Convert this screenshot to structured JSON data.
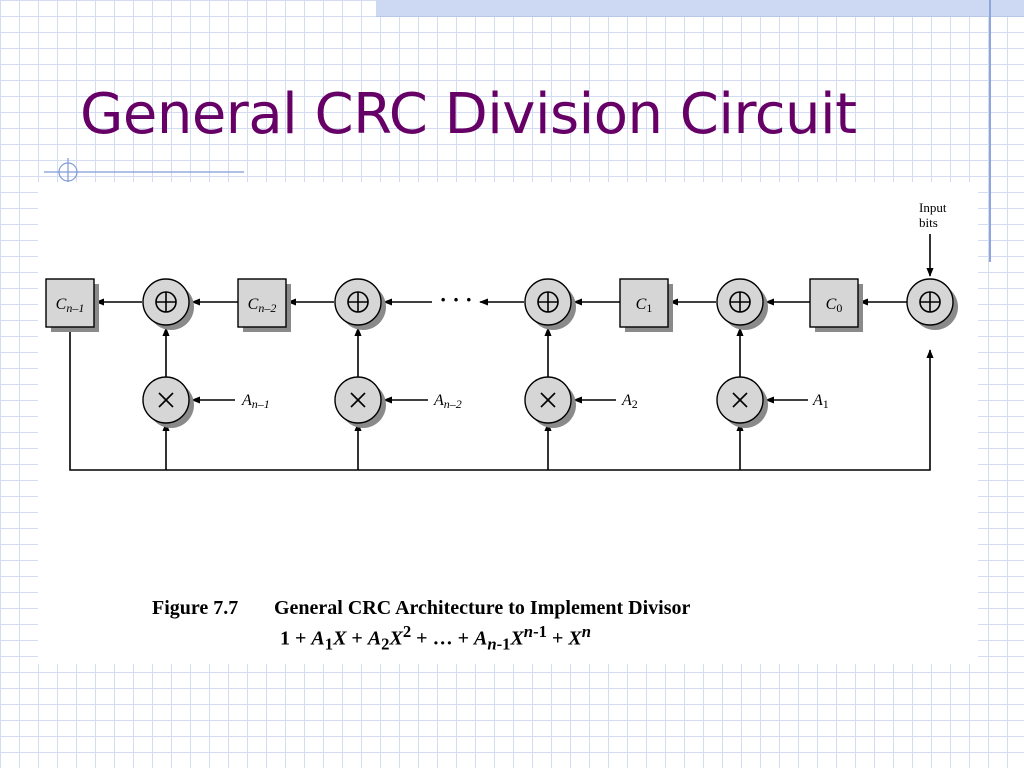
{
  "slide": {
    "title": "General CRC Division Circuit"
  },
  "diagram": {
    "input_label_line1": "Input",
    "input_label_line2": "bits",
    "registers": [
      {
        "name": "C",
        "sub": "n–1"
      },
      {
        "name": "C",
        "sub": "n–2"
      },
      {
        "name": "C",
        "sub": "1"
      },
      {
        "name": "C",
        "sub": "0"
      }
    ],
    "coefficients": [
      {
        "name": "A",
        "sub": "n–1"
      },
      {
        "name": "A",
        "sub": "n–2"
      },
      {
        "name": "A",
        "sub": "2"
      },
      {
        "name": "A",
        "sub": "1"
      }
    ],
    "ellipsis": "· · ·"
  },
  "caption": {
    "figure_number": "Figure 7.7",
    "text": "General CRC Architecture to Implement Divisor",
    "formula": {
      "t0": "1 + ",
      "t1": "A",
      "t2": "1",
      "t3": "X",
      "t4": " + ",
      "t5": "A",
      "t6": "2",
      "t7": "X",
      "t8": "2",
      "t9": " + … + ",
      "t10": "A",
      "t11": "n",
      "t12": "-1",
      "t13": "X",
      "t14": "n",
      "t15": "-1",
      "t16": " + ",
      "t17": "X",
      "t18": "n"
    }
  },
  "colors": {
    "title": "#660066",
    "grid": "#d3dcf0",
    "component_fill": "#d6d6d6"
  }
}
